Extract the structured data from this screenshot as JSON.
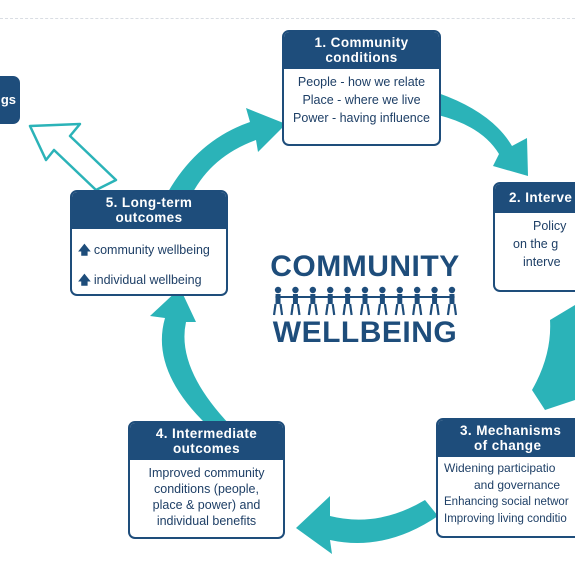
{
  "edge_box": {
    "label": "gs"
  },
  "boxes": {
    "b1": {
      "title": [
        "1. Community",
        "conditions"
      ],
      "lines": [
        "People - how we relate",
        "Place - where we live",
        "Power - having influence"
      ]
    },
    "b2": {
      "title": [
        "2. Interve"
      ],
      "lines": [
        "Policy",
        "on the g",
        "interve"
      ]
    },
    "b3": {
      "title": [
        "3. Mechanisms",
        "of change"
      ],
      "lines": [
        "Widening participatio",
        "and governance",
        "Enhancing social networ",
        "Improving living conditio"
      ]
    },
    "b4": {
      "title": [
        "4. Intermediate",
        "outcomes"
      ],
      "lines": [
        "Improved community",
        "conditions (people,",
        "place & power) and",
        "individual benefits"
      ]
    },
    "b5": {
      "title": [
        "5. Long-term",
        "outcomes"
      ],
      "lines": [
        "community wellbeing",
        "individual wellbeing"
      ]
    }
  },
  "center": {
    "line1": "COMMUNITY",
    "line2": "WELLBEING",
    "people_count": 11
  },
  "colors": {
    "navy": "#1e4d7b",
    "teal": "#2bb3b8"
  }
}
